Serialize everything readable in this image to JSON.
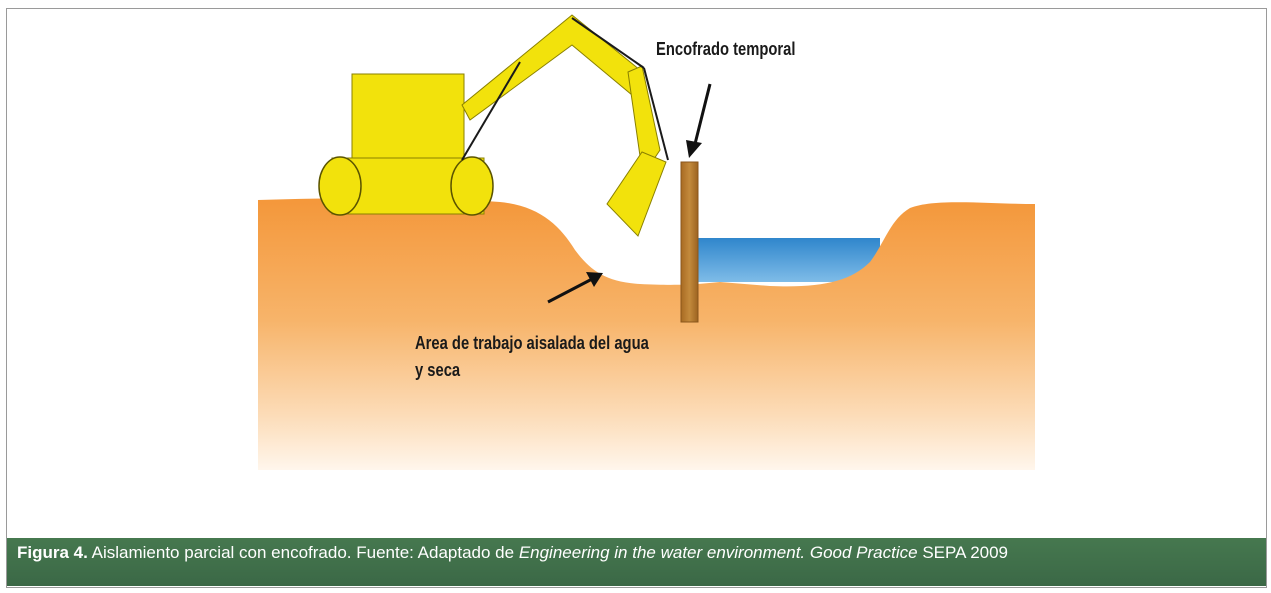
{
  "labels": {
    "formwork": "Encofrado temporal",
    "work_area": "Area de trabajo aisalada del agua y seca"
  },
  "caption": {
    "figure_label": "Figura 4.",
    "text_main": " Aislamiento parcial con encofrado. Fuente: Adaptado de ",
    "source_title": "Engineering in the water environment. Good Practice",
    "source_suffix": " SEPA 2009"
  },
  "colors": {
    "excavator": "#f2e20c",
    "soil_top": "#f49b3c",
    "soil_bottom": "#fff4e6",
    "water": "#4a9ad6",
    "formwork_board": "#b5782c",
    "caption_bg": "#3f6e4a"
  }
}
